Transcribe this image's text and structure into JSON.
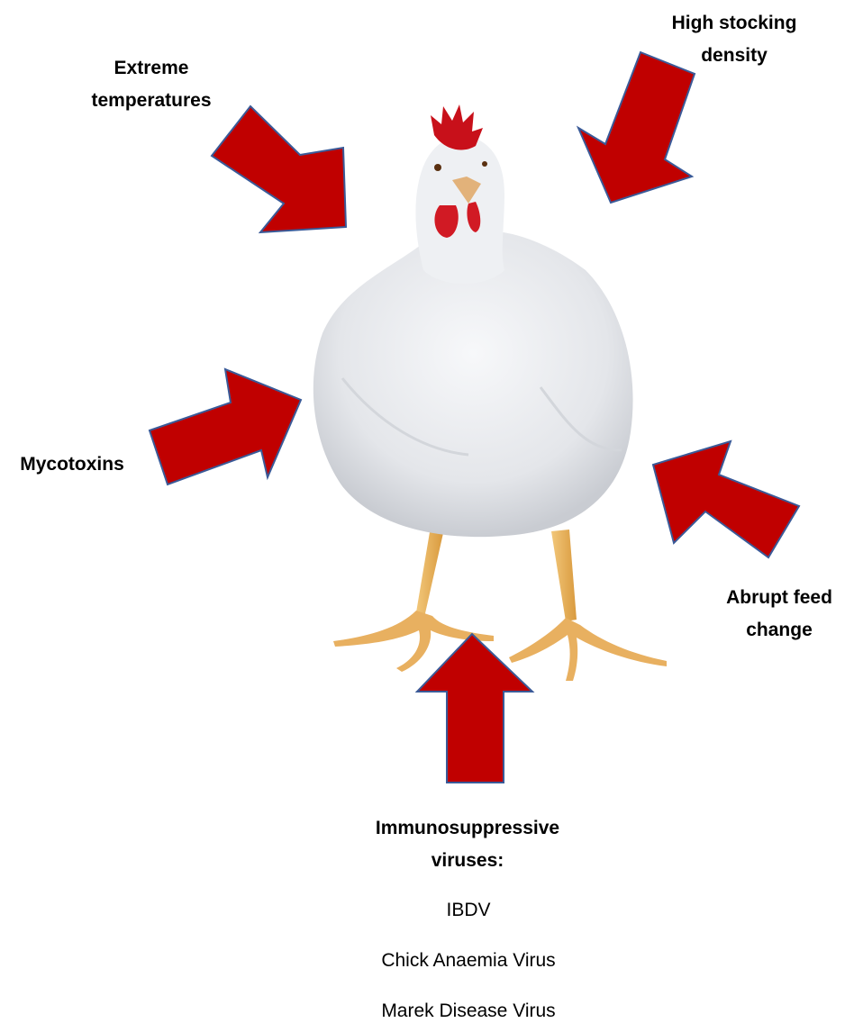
{
  "labels": {
    "extreme_temperatures": "Extreme\ntemperatures",
    "high_stocking_density": "High stocking\ndensity",
    "mycotoxins": "Mycotoxins",
    "abrupt_feed_change": "Abrupt feed\nchange",
    "immunosuppressive_viruses": "Immunosuppressive\nviruses:"
  },
  "viruses": [
    "IBDV",
    "Chick Anaemia Virus",
    "Marek Disease Virus"
  ],
  "colors": {
    "arrow_fill": "#c00000",
    "arrow_stroke": "#3a5a98",
    "feathers": "#e9ebef",
    "comb": "#c8101a",
    "legs": "#e8b25a"
  }
}
